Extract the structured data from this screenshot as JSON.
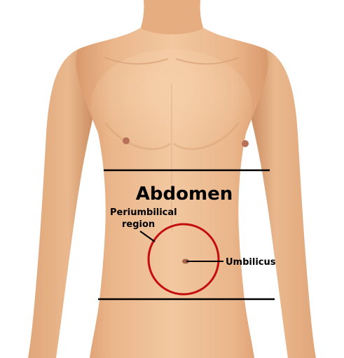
{
  "diagram": {
    "title": "Abdomen",
    "periumbilical_line1": "Periumbilical",
    "periumbilical_line2": "region",
    "umbilicus_label": "Umbilicus"
  },
  "colors": {
    "background": "#ffffff",
    "skin_light": "#f0c49c",
    "skin_mid": "#e3aa7c",
    "skin_shadow": "#c98a5e",
    "nipple": "#b7715a",
    "boundary_lines": "#000000",
    "region_circle": "#c40d0d"
  }
}
